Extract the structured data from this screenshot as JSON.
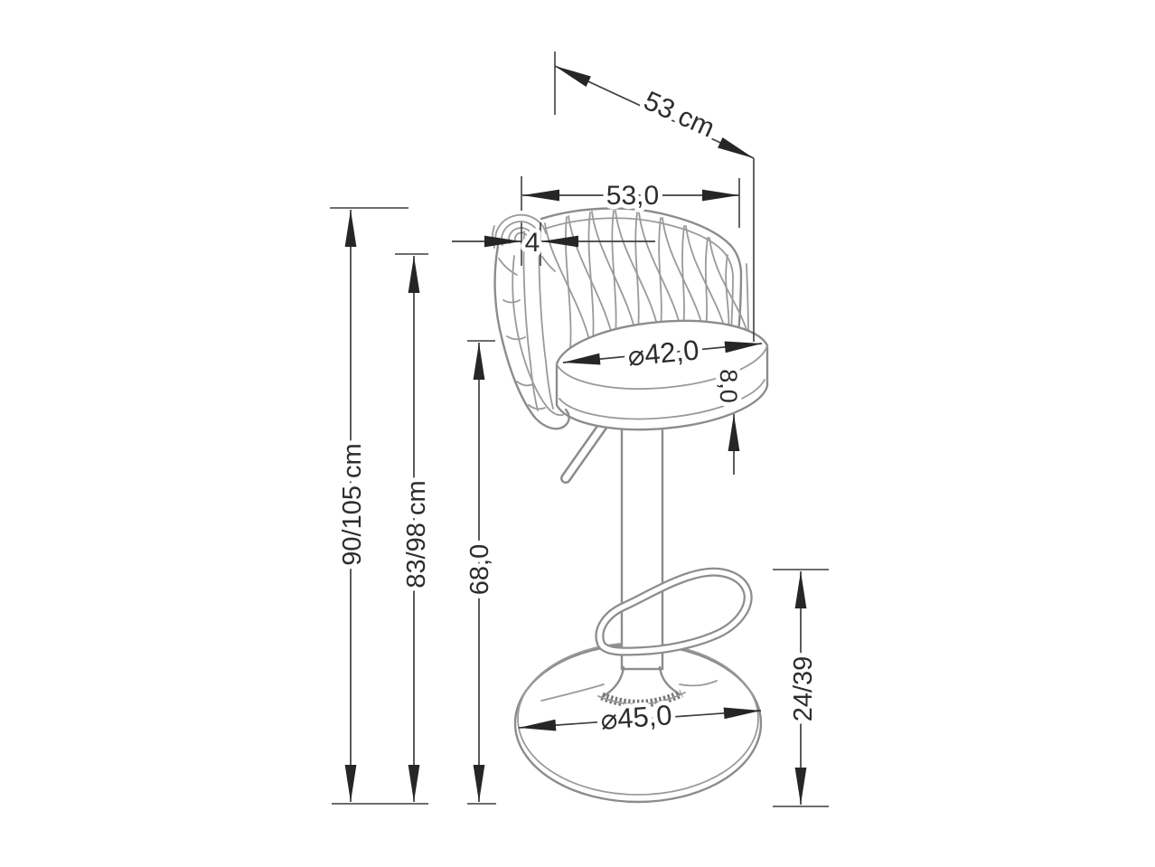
{
  "drawing": {
    "type": "furniture technical dimension drawing",
    "subject": "bar stool with woven backrest, gas-lift pedestal, footrest ring and round base",
    "units": "cm",
    "dimensions": {
      "seat_depth": "53 cm",
      "backrest_width": "53,0",
      "backrest_tube": "4",
      "seat_diameter": "⌀42,0",
      "seat_thickness": "8,0",
      "overall_height": "90/105 cm",
      "backrest_top_height": "83/98 cm",
      "seat_height": "68,0",
      "footrest_height": "24/39",
      "base_diameter": "⌀45,0"
    },
    "colors": {
      "artwork_line": "#8c8c8c",
      "dimension_line": "#3f3f3f",
      "arrow_fill": "#262626",
      "text": "#2d2d2d",
      "background": "#ffffff"
    }
  }
}
